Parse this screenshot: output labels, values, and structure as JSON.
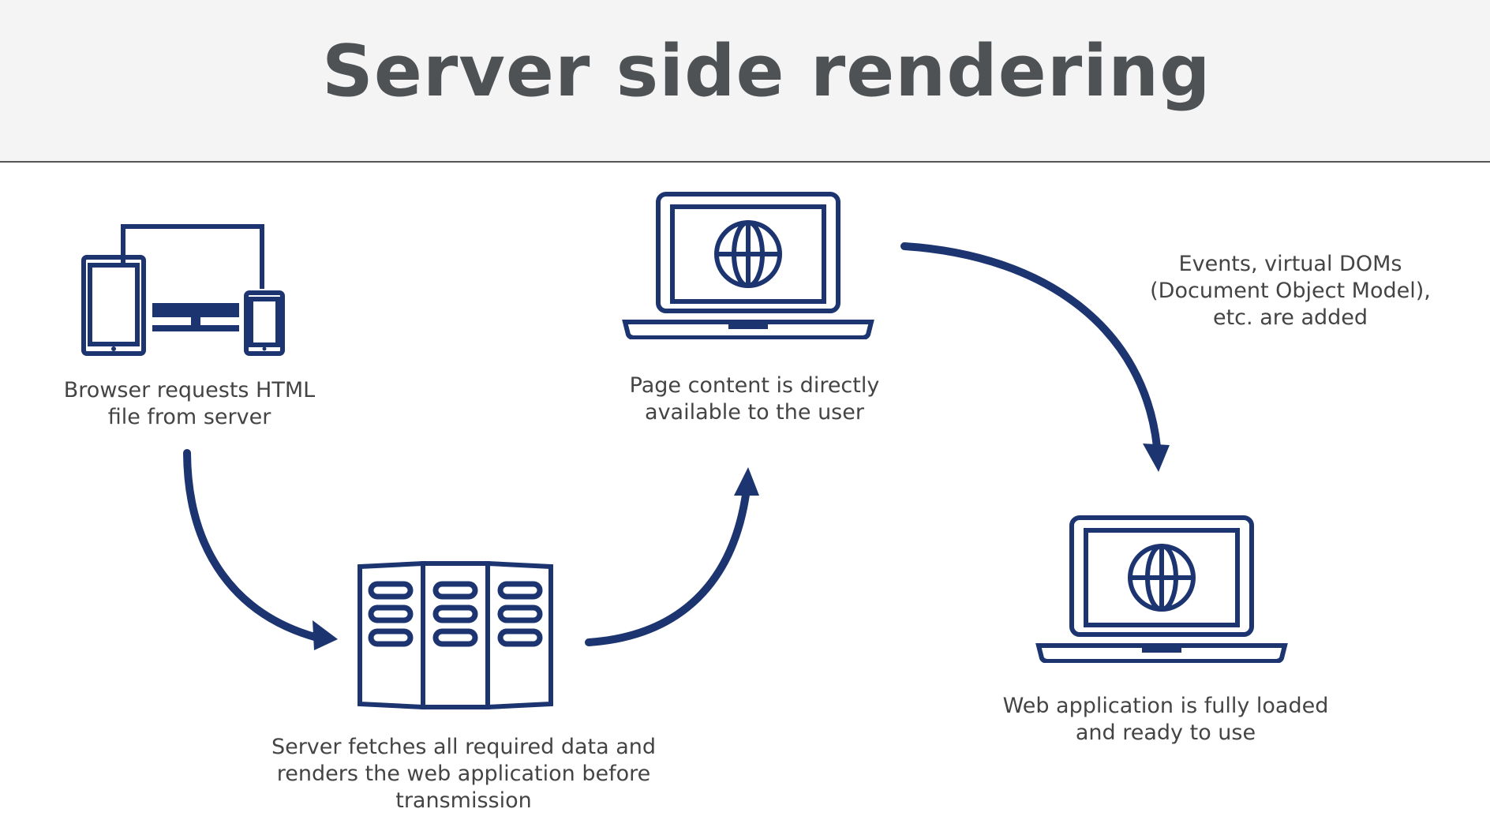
{
  "title": "Server side rendering",
  "colors": {
    "accent": "#1c3470",
    "title": "#4f5254",
    "text": "#444444",
    "header_bg": "#f4f4f4"
  },
  "steps": [
    {
      "icon": "devices-icon",
      "label": [
        "Browser requests HTML",
        "file from server"
      ]
    },
    {
      "icon": "server-rack-icon",
      "label": [
        "Server fetches all required data and",
        "renders the web application before",
        "transmission"
      ]
    },
    {
      "icon": "laptop-globe-icon",
      "label": [
        "Page content is directly",
        "available to the user"
      ]
    },
    {
      "icon": "laptop-globe-icon",
      "label": [
        "Web application is fully loaded",
        "and ready to use"
      ]
    }
  ],
  "annotation": [
    "Events, virtual DOMs",
    "(Document Object Model),",
    "etc. are added"
  ]
}
